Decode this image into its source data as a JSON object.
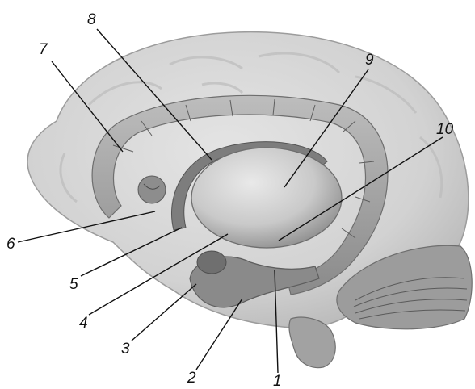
{
  "figure": {
    "background": "#ffffff",
    "tone_light": "#d8d8d8",
    "tone_mid": "#a9a9a9",
    "tone_dark": "#6e6e6e",
    "callouts": [
      {
        "id": "c1",
        "text": "1"
      },
      {
        "id": "c2",
        "text": "2"
      },
      {
        "id": "c3",
        "text": "3"
      },
      {
        "id": "c4",
        "text": "4"
      },
      {
        "id": "c5",
        "text": "5"
      },
      {
        "id": "c6",
        "text": "6"
      },
      {
        "id": "c7",
        "text": "7"
      },
      {
        "id": "c8",
        "text": "8"
      },
      {
        "id": "c9",
        "text": "9"
      },
      {
        "id": "c10",
        "text": "10"
      }
    ]
  }
}
